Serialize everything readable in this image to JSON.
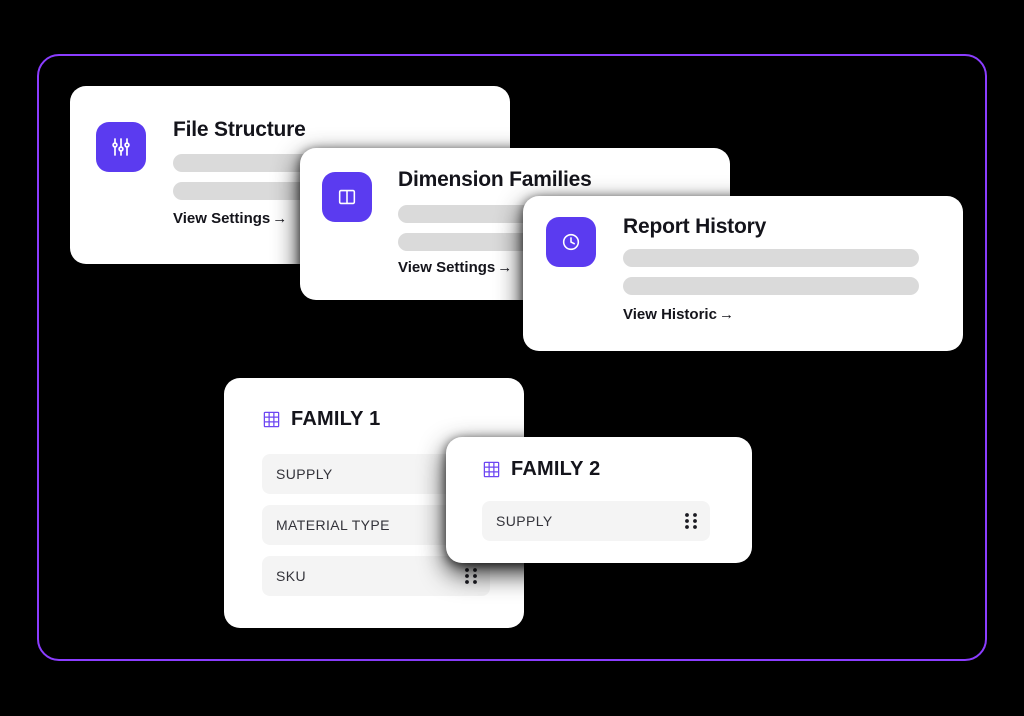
{
  "theme": {
    "background": "#000000",
    "frame_border": "#8B3DFF",
    "accent_purple": "#5B3BF0",
    "card_background": "#FFFFFF",
    "skeleton_gray": "#DADADA",
    "row_background": "#F4F4F4",
    "title_color": "#14141B",
    "row_label_color": "#33333A"
  },
  "info_cards": [
    {
      "id": "file-structure",
      "title": "File Structure",
      "icon": "sliders-icon",
      "link_label": "View Settings",
      "link_arrow": "→"
    },
    {
      "id": "dimension-families",
      "title": "Dimension Families",
      "icon": "columns-icon",
      "link_label": "View Settings",
      "link_arrow": "→"
    },
    {
      "id": "report-history",
      "title": "Report History",
      "icon": "clock-icon",
      "link_label": "View Historic",
      "link_arrow": "→"
    }
  ],
  "family_cards": [
    {
      "id": "family-1",
      "name": "FAMILY 1",
      "icon": "grid-icon",
      "rows": [
        {
          "label": "SUPPLY",
          "handle": "drag-handle-icon"
        },
        {
          "label": "MATERIAL TYPE",
          "handle": "drag-handle-icon"
        },
        {
          "label": "SKU",
          "handle": "drag-handle-icon"
        }
      ]
    },
    {
      "id": "family-2",
      "name": "FAMILY 2",
      "icon": "grid-icon",
      "rows": [
        {
          "label": "SUPPLY",
          "handle": "drag-handle-icon"
        }
      ]
    }
  ]
}
